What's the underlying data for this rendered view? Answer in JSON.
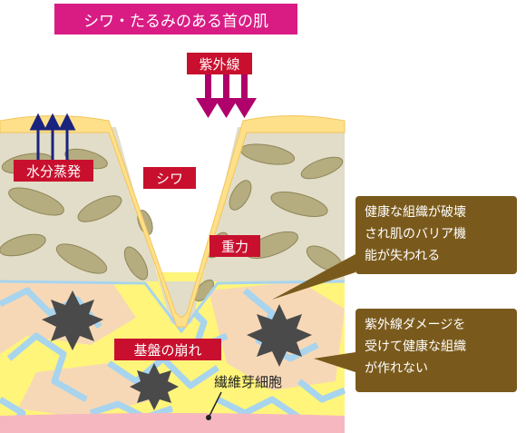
{
  "title": "シワ・たるみのある首の肌",
  "labels": {
    "uv": "紫外線",
    "evaporation": "水分蒸発",
    "wrinkle": "シワ",
    "gravity": "重力",
    "foundation": "基盤の崩れ",
    "fibroblast": "繊維芽細胞"
  },
  "callouts": [
    {
      "lines": [
        "健康な組織が破壊",
        "され肌のバリア機",
        "能が失われる"
      ]
    },
    {
      "lines": [
        "紫外線ダメージを",
        "受けて健康な組織",
        "が作れない"
      ]
    }
  ],
  "colors": {
    "title_bg": "#d91c84",
    "label_bg": "#c8102e",
    "callout_bg": "#7a5a1c",
    "uv_arrow": "#b0006b",
    "evap_arrow": "#1a237e",
    "epidermis": "#e2ddc8",
    "cell": "#b5ac80",
    "surface": "#ffe08a",
    "dermis": "#fff57a",
    "collagen": "#a8d4ee",
    "base": "#f6b7c0",
    "damage": "#4a4a4a"
  }
}
